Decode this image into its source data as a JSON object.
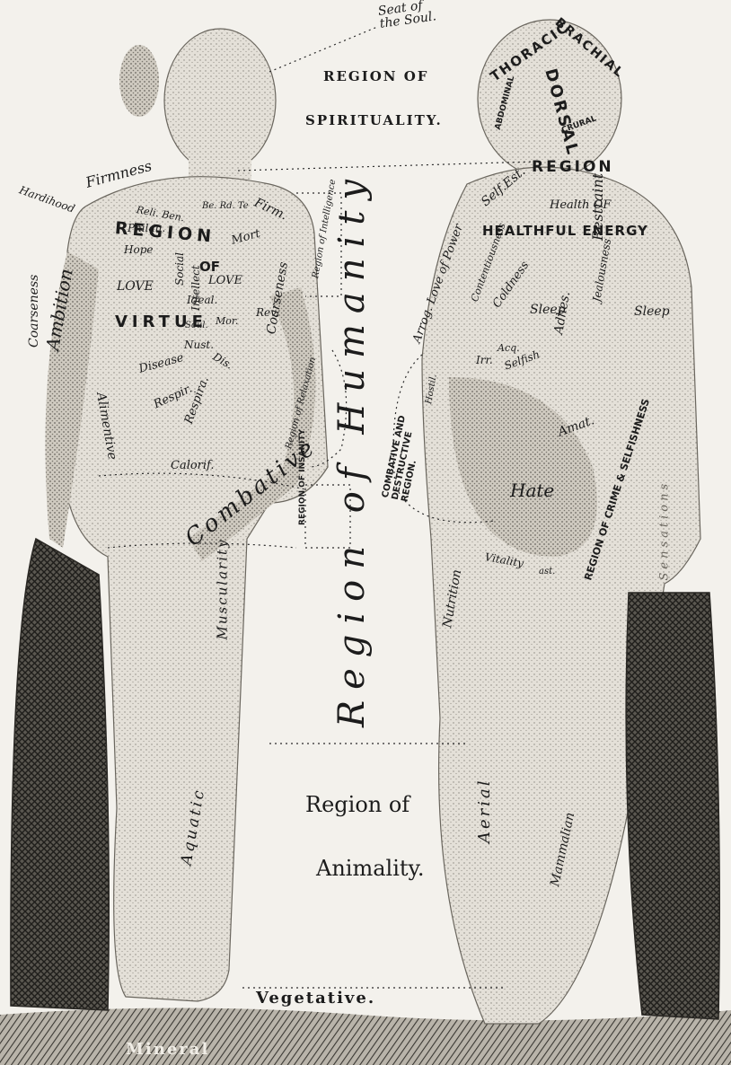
{
  "headings": {
    "seat_of_soul": "Seat of the Soul.",
    "spirituality_line1": "REGION OF",
    "spirituality_line2": "SPIRITUALITY.",
    "humanity": "Region of Humanity",
    "animality_line1": "Region of",
    "animality_line2": "Animality.",
    "vegetative": "Vegetative.",
    "mineral": "Mineral"
  },
  "front_figure_labels": {
    "hardihood": "Hardihood",
    "firmness": "Firmness",
    "reli_ben": "Reli. Ben.",
    "be_rd_te": "Be. Rd. Te",
    "firm": "Firm.",
    "philan": "Philan.",
    "hope": "Hope",
    "region": "REGION",
    "social": "Social",
    "intellect": "Intellect",
    "mort": "Mort",
    "region_of_intelligence": "Region of Intelligence",
    "of": "OF",
    "love_left": "LOVE",
    "love_center": "LOVE",
    "virtue": "VIRTUE",
    "ideal": "Ideal.",
    "soul": "Soul.",
    "mor": "Mor.",
    "rev": "Rev.",
    "coarseness_left": "Coarseness",
    "ambition": "Ambition",
    "coarseness_right": "Coarseness",
    "nust": "Nust.",
    "disease": "Disease",
    "dis": "Dis.",
    "alimentive": "Alimentive",
    "respir": "Respir.",
    "respira": "Respira.",
    "region_of_relaxation": "Region of Relaxation",
    "combative": "Combative",
    "calorif": "Calorif.",
    "region_of_insanity": "REGION OF INSANITY",
    "muscularity": "Muscularity",
    "aquatic": "Aquatic"
  },
  "back_figure_labels": {
    "brachial": "BRACHIAL",
    "thoracic": "THORACIC",
    "dorsal": "DORSAL",
    "abdominal": "ABDOMINAL",
    "crural": "CRURAL",
    "region": "REGION",
    "self_est": "Self.Est.",
    "health_of": "Health OF",
    "restraint": "Restraint",
    "healthful_energy": "HEALTHFUL ENERGY",
    "arrog_love_of_power": "Arrog. Love of Power",
    "contentiousness": "Contentiousness",
    "coldness": "Coldness",
    "sleep_left": "Sleep",
    "adhes": "Adhes.",
    "sleep_right": "Sleep",
    "irr": "Irr.",
    "acq": "Acq.",
    "selfish": "Selfish",
    "jealousness": "Jealousness",
    "hostil": "Hostil.",
    "combative_destructive_region": "COMBATIVE AND DESTRUCTIVE REGION.",
    "amat": "Amat.",
    "hate": "Hate",
    "region_of_crime": "REGION OF CRIME & SELFISHNESS",
    "vitality": "Vitality",
    "ast": "ast.",
    "nutrition": "Nutrition",
    "aerial": "Aerial",
    "mammalian": "Mammalian",
    "unmarked_sensations": "Sensations"
  }
}
